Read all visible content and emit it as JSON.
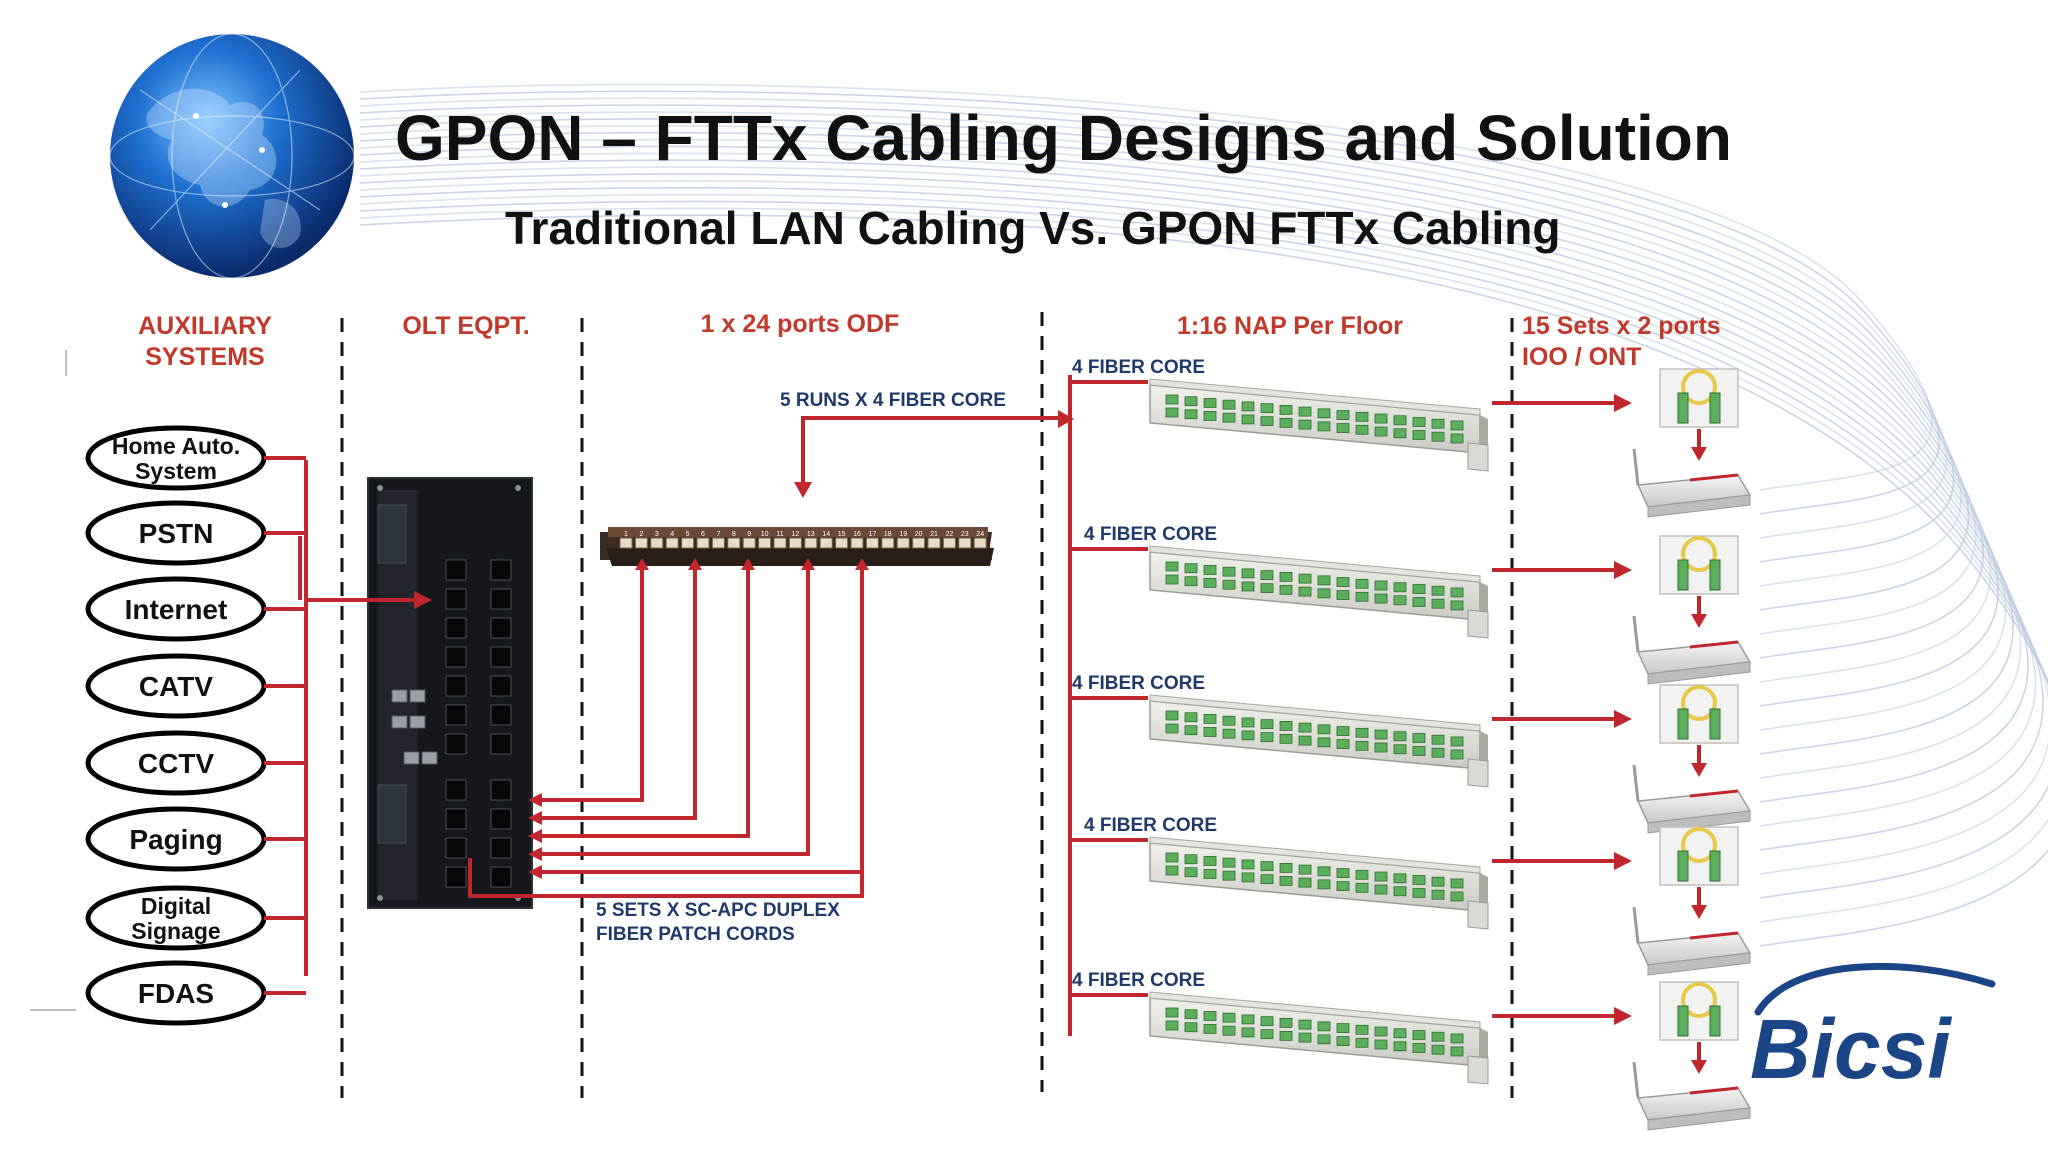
{
  "header": {
    "title": "GPON – FTTx  Cabling Designs and Solution",
    "subtitle": "Traditional LAN Cabling  Vs. GPON FTTx  Cabling"
  },
  "columns": {
    "auxiliary": [
      "AUXILIARY",
      "SYSTEMS"
    ],
    "olt": "OLT  EQPT.",
    "odf": "1 x  24 ports ODF",
    "nap": "1:16 NAP Per Floor",
    "ont": [
      "15 Sets x 2 ports",
      "IOO / ONT"
    ]
  },
  "aux_systems": [
    [
      "Home Auto.",
      "System"
    ],
    [
      "PSTN"
    ],
    [
      "Internet"
    ],
    [
      "CATV"
    ],
    [
      "CCTV"
    ],
    [
      "Paging"
    ],
    [
      "Digital",
      "Signage"
    ],
    [
      "FDAS"
    ]
  ],
  "odf_ports": [
    "1",
    "2",
    "3",
    "4",
    "5",
    "6",
    "7",
    "8",
    "9",
    "10",
    "11",
    "12",
    "13",
    "14",
    "15",
    "16",
    "17",
    "18",
    "19",
    "20",
    "21",
    "22",
    "23",
    "24"
  ],
  "labels": {
    "runs": "5 RUNS X 4 FIBER CORE",
    "patch_cords": [
      "5 SETS X SC-APC  DUPLEX",
      "FIBER PATCH CORDS"
    ],
    "fiber_core": "4 FIBER CORE"
  },
  "nap_floors": 5,
  "logo": "Bicsi",
  "colors": {
    "accent_red": "#c0272d",
    "header_red": "#c0392b",
    "navy": "#1f3a68",
    "logo_blue": "#1c4587",
    "port_green": "#5cae5c"
  }
}
